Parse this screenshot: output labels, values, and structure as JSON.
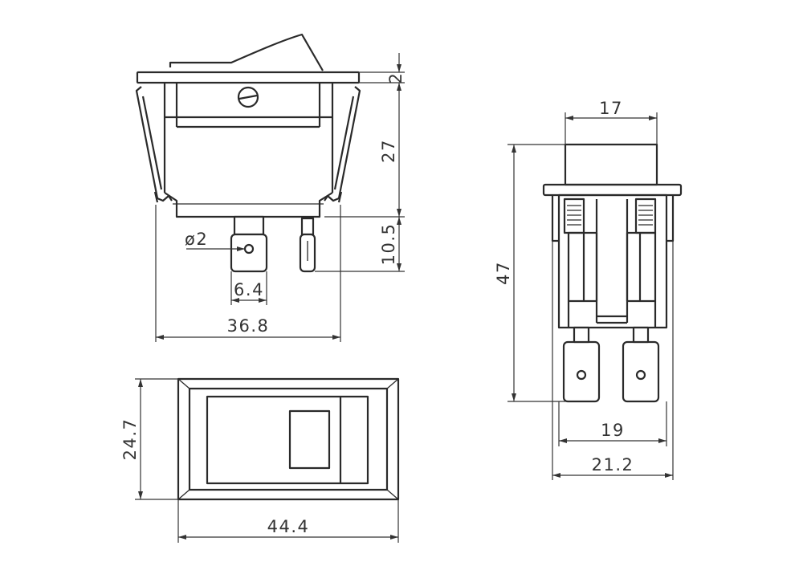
{
  "dimensions": {
    "flange_thickness": "2",
    "body_height": "27",
    "terminal_length": "10.5",
    "hole_diameter": "ø2",
    "terminal_width": "6.4",
    "body_width": "36.8",
    "actuator_width": "17",
    "total_height": "47",
    "terminal_span": "19",
    "side_body_width": "21.2",
    "bezel_height": "24.7",
    "bezel_width": "44.4"
  },
  "colors": {
    "line": "#2a2a2a",
    "dimension": "#333333",
    "background": "#ffffff"
  }
}
